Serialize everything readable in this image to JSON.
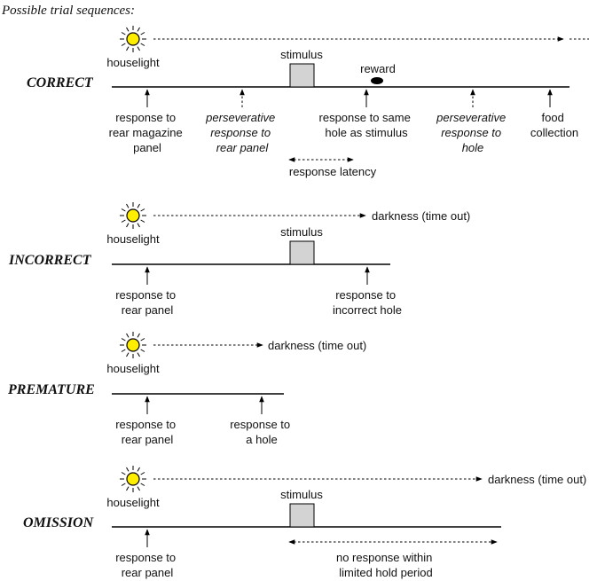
{
  "header": "Possible trial sequences:",
  "houselight_label": "houselight",
  "stimulus_label": "stimulus",
  "colors": {
    "sun_fill": "#ffee00",
    "stimulus_fill": "#d3d3d3",
    "ink": "#000000"
  },
  "correct": {
    "title": "CORRECT",
    "reward_label": "reward",
    "response_rear": [
      "response to",
      "rear magazine",
      "panel"
    ],
    "persev_rear": [
      "perseverative",
      "response to",
      "rear panel"
    ],
    "response_same": [
      "response to same",
      "hole as stimulus"
    ],
    "persev_hole": [
      "perseverative",
      "response to",
      "hole"
    ],
    "food": [
      "food",
      "collection"
    ],
    "latency": "response latency"
  },
  "incorrect": {
    "title": "INCORRECT",
    "darkness": "darkness (time out)",
    "response_rear": [
      "response to",
      "rear panel"
    ],
    "response_hole": [
      "response to",
      "incorrect hole"
    ]
  },
  "premature": {
    "title": "PREMATURE",
    "darkness": "darkness (time out)",
    "response_rear": [
      "response to",
      "rear panel"
    ],
    "response_hole": [
      "response to",
      "a hole"
    ]
  },
  "omission": {
    "title": "OMISSION",
    "darkness": "darkness (time out)",
    "response_rear": [
      "response to",
      "rear panel"
    ],
    "no_response": [
      "no response within",
      "limited hold period"
    ]
  }
}
